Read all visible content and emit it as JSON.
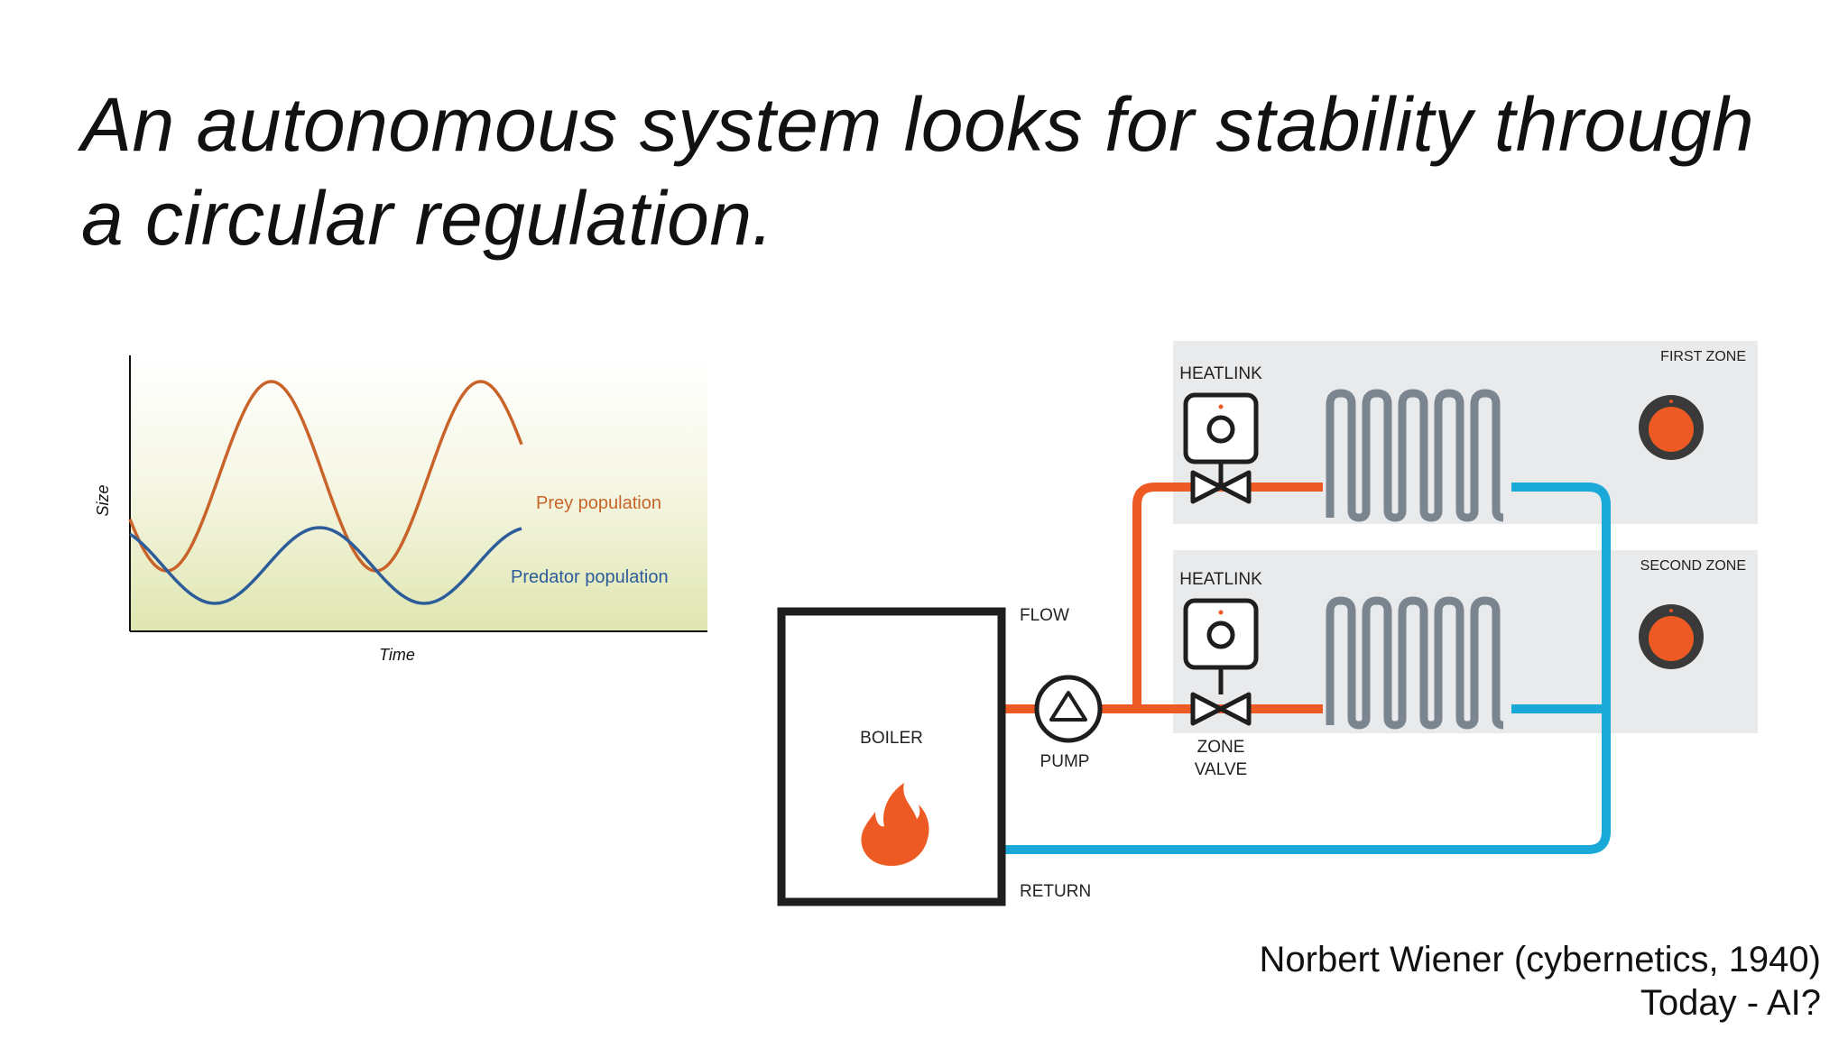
{
  "slide": {
    "title": "An autonomous system looks for stability through a circular regulation."
  },
  "chart_data": {
    "type": "line",
    "xlabel": "Time",
    "ylabel": "Size",
    "series": [
      {
        "name": "Prey population",
        "color": "#c8642a"
      },
      {
        "name": "Predator population",
        "color": "#2c5c9a"
      }
    ]
  },
  "diagram": {
    "labels": {
      "heatlink_1": "HEATLINK",
      "heatlink_2": "HEATLINK",
      "first_zone": "FIRST ZONE",
      "second_zone": "SECOND ZONE",
      "flow": "FLOW",
      "return": "RETURN",
      "boiler": "BOILER",
      "pump": "PUMP",
      "zone_valve_line1": "ZONE",
      "zone_valve_line2": "VALVE"
    },
    "colors": {
      "flow": "#ee5a24",
      "return": "#1aa8d8",
      "radiator": "#7b8590",
      "panel": "#e9eaeb",
      "outline": "#1e1e1e"
    }
  },
  "credits": {
    "line1": "Norbert Wiener (cybernetics, 1940)",
    "line2": "Today - AI?"
  }
}
